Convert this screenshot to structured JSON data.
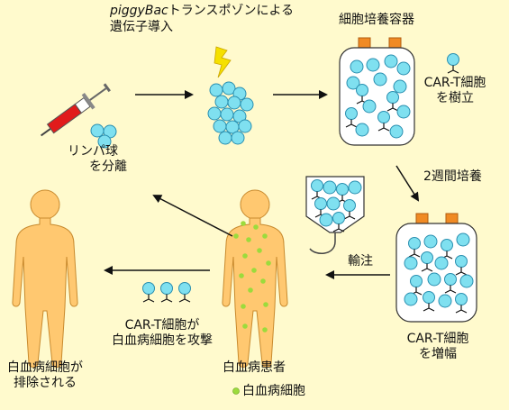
{
  "labels": {
    "transposon_name": "piggyBac",
    "transposon_rest": "トランスポゾンによる",
    "gene_transfer": "遺伝子導入",
    "culture_vessel": "細胞培養容器",
    "car_t_established_1": "CAR-T細胞",
    "car_t_established_2": "を樹立",
    "lymphocyte_1": "リンパ球",
    "lymphocyte_2": "を分離",
    "two_week_culture": "2週間培養",
    "infusion": "輸注",
    "car_t_expand_1": "CAR-T細胞",
    "car_t_expand_2": "を増幅",
    "attack_1": "CAR-T細胞が",
    "attack_2": "白血病細胞を攻撃",
    "patient": "白血病患者",
    "leukemia_cell_legend": "白血病細胞",
    "eliminated_1": "白血病細胞が",
    "eliminated_2": "排除される"
  },
  "colors": {
    "background": "#fffacd",
    "cell_fill": "#7fe0f0",
    "cell_stroke": "#2a8fb0",
    "body_fill": "#ffc870",
    "body_stroke": "#c88a2e",
    "leukemia_dot": "#9cdb3c",
    "cap": "#f08a24",
    "lightning": "#f5e000",
    "syringe_red": "#e11b1b"
  },
  "icons": [
    "syringe-icon",
    "lightning-icon",
    "lymphocyte-icon",
    "car-t-cell-icon",
    "culture-flask-icon",
    "infusion-bag-icon",
    "human-figure-icon",
    "arrow-icon"
  ]
}
